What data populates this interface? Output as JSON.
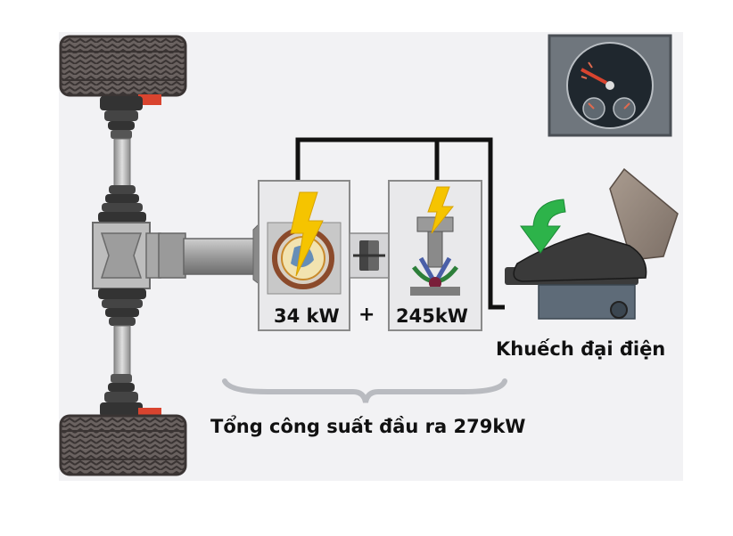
{
  "labels": {
    "electric_power": "34 kW",
    "plus_sign": "+",
    "engine_power": "245kW",
    "boost_caption": "Khuếch đại điện",
    "total_caption": "Tổng công suất đầu ra 279kW"
  },
  "colors": {
    "background_panel": "#f2f2f4",
    "tire": "#6a6260",
    "tire_dark": "#3a3433",
    "metal": "#9e9e9e",
    "metal_dark": "#555555",
    "boot": "#333333",
    "accent_red": "#d9442f",
    "box_border": "#8a8a8a",
    "box_fill": "#e6e6e8",
    "wire": "#111111",
    "arrow_green": "#2db34a",
    "lightning_yellow": "#f5c400",
    "gauge_bg": "#6f767d",
    "gauge_face": "#1f272e",
    "shoe": "#3a3a3a",
    "pedal": "#5e6b78"
  }
}
